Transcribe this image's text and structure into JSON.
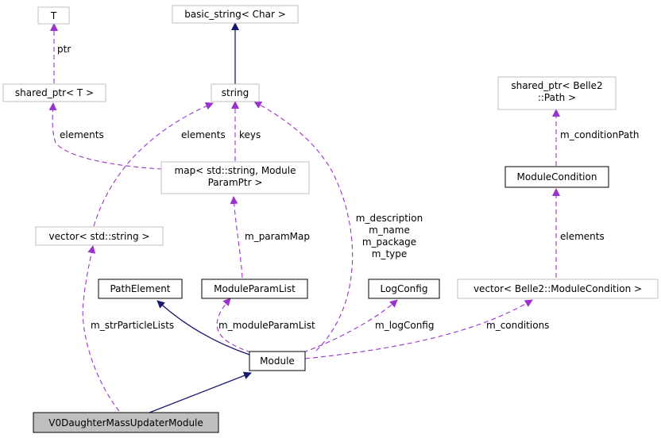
{
  "nodes": {
    "T": "T",
    "basic_string": "basic_string< Char >",
    "shared_ptr_T": "shared_ptr< T >",
    "string": "string",
    "shared_ptr_path_1": "shared_ptr< Belle2",
    "shared_ptr_path_2": "::Path >",
    "map_1": "map< std::string, Module",
    "map_2": "ParamPtr >",
    "module_condition": "ModuleCondition",
    "vector_string": "vector< std::string >",
    "path_element": "PathElement",
    "module_param_list": "ModuleParamList",
    "log_config": "LogConfig",
    "vector_module_condition": "vector< Belle2::ModuleCondition >",
    "module": "Module",
    "v0_module": "V0DaughterMassUpdaterModule"
  },
  "edges": {
    "ptr": "ptr",
    "elements_shared": "elements",
    "elements_vector": "elements",
    "keys": "keys",
    "m_condition_path": "m_conditionPath",
    "m_param_map": "m_paramMap",
    "m_description": "m_description",
    "m_name": "m_name",
    "m_package": "m_package",
    "m_type": "m_type",
    "elements_condition": "elements",
    "m_str_particle_lists": "m_strParticleLists",
    "m_module_param_list": "m_moduleParamList",
    "m_log_config": "m_logConfig",
    "m_conditions": "m_conditions"
  },
  "colors": {
    "inheritance": "#191970",
    "usage": "#9a32cd",
    "focus_fill": "#bfbfbf",
    "external_border": "#bfbfbf"
  }
}
